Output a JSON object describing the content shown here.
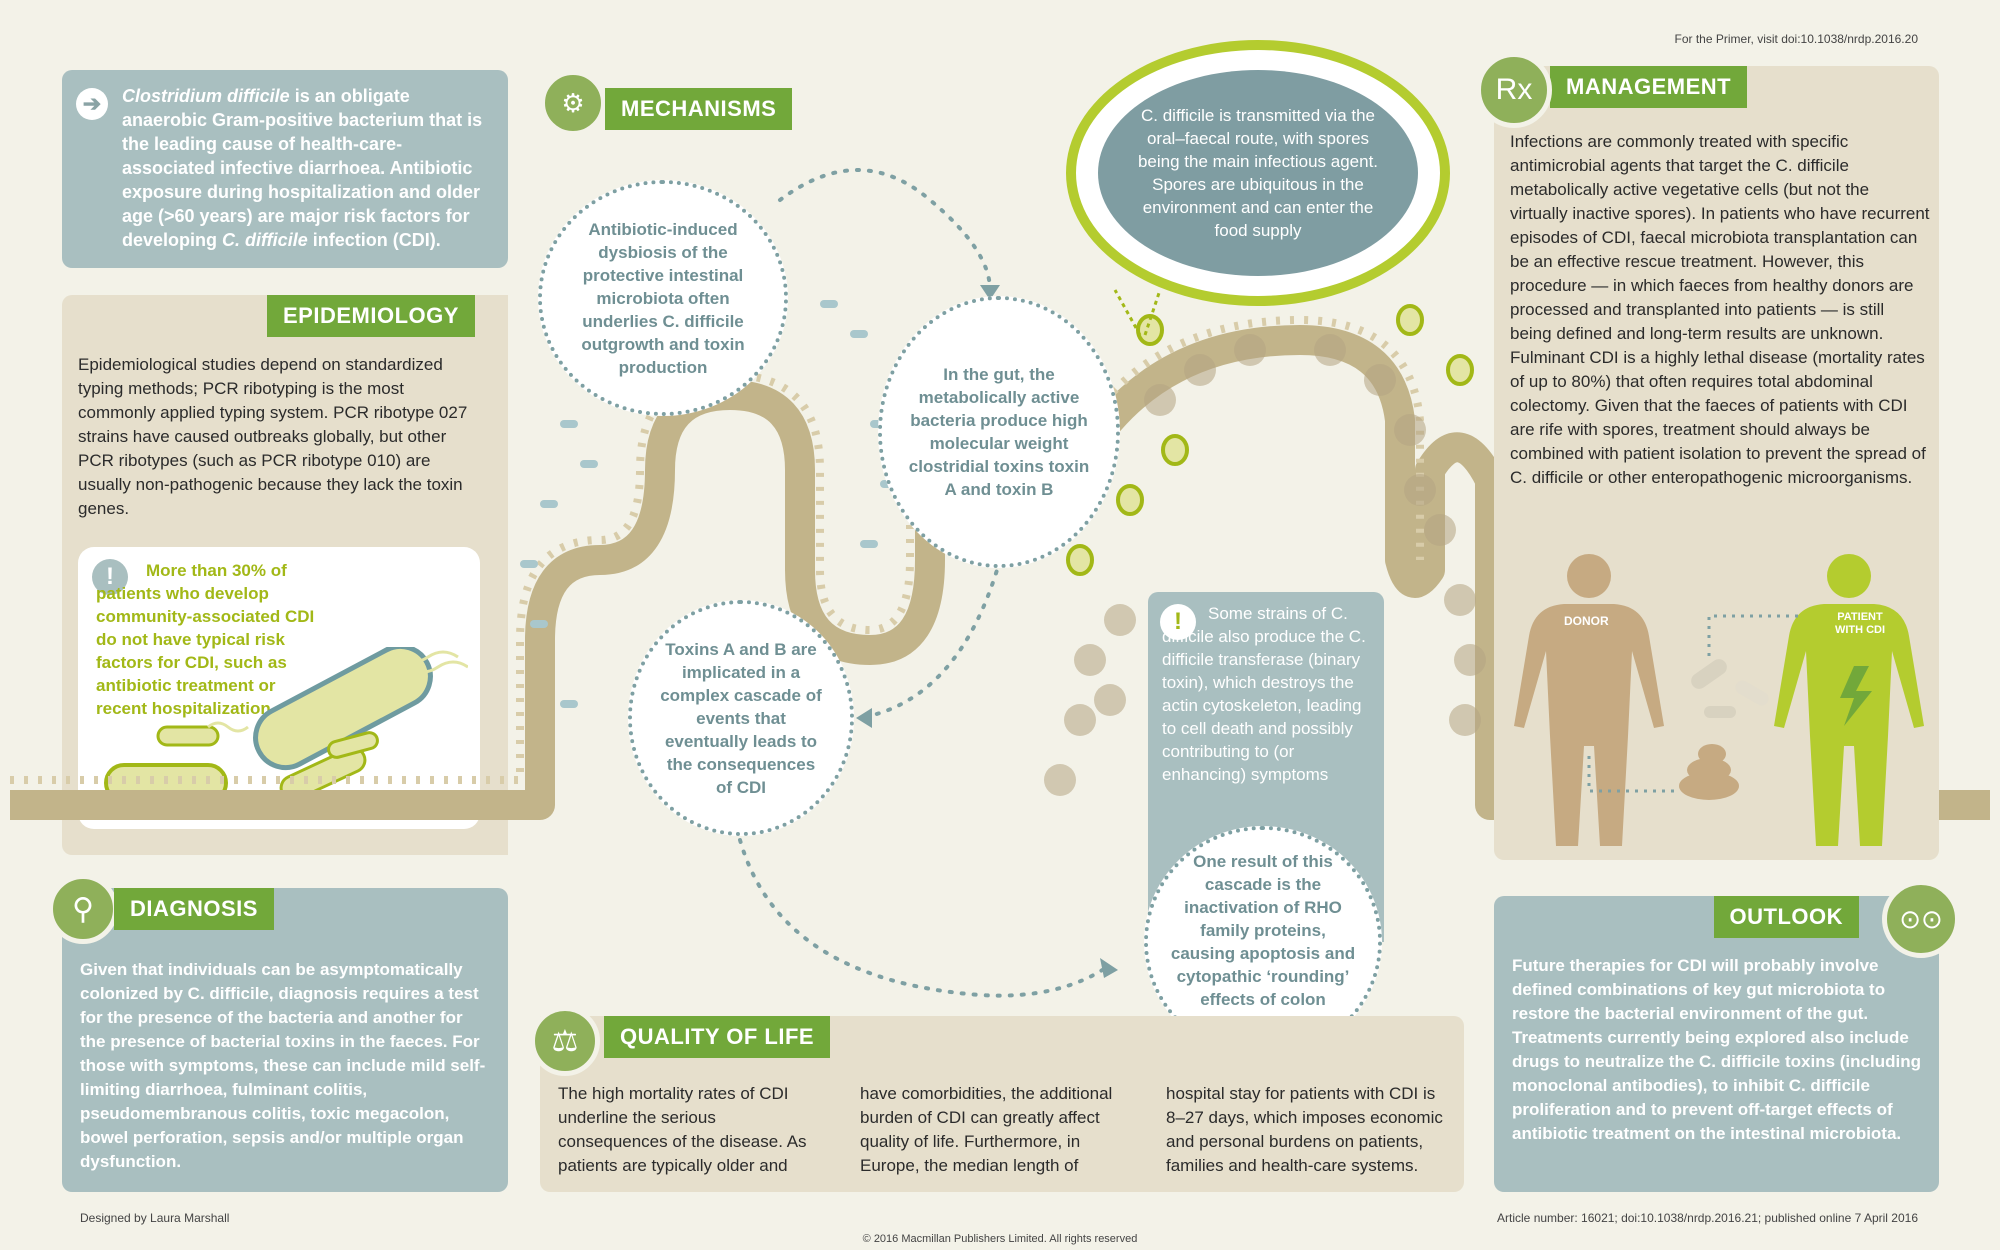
{
  "top_note": "For the Primer, visit doi:10.1038/nrdp.2016.20",
  "intro": {
    "part1": "Clostridium difficile",
    "part2": " is an obligate anaerobic Gram-positive bacterium that is the leading cause of health-care-associated infective diarrhoea. Antibiotic exposure during hospitalization and older age (>60 years) are major risk factors for developing ",
    "part3": "C. difficile",
    "part4": " infection (CDI)."
  },
  "epidemiology": {
    "title": "EPIDEMIOLOGY",
    "text": "Epidemiological studies depend on standardized typing methods; PCR ribotyping is the most commonly applied typing system. PCR ribotype 027 strains have caused outbreaks globally, but other PCR ribotypes (such as PCR ribotype 010) are usually non-pathogenic because they lack the toxin genes.",
    "callout": "More than 30% of patients who develop community-associated CDI do not have typical risk factors for CDI, such as antibiotic treatment or recent hospitalization"
  },
  "mechanisms": {
    "title": "MECHANISMS",
    "bubble1": "Antibiotic-induced dysbiosis of the protective intestinal microbiota often underlies C. difficile outgrowth and toxin production",
    "bubble2": "In the gut, the metabolically active bacteria produce high molecular weight clostridial toxins toxin A and toxin B",
    "bubble3": "Toxins A and B are implicated in a complex cascade of events that eventually leads to the consequences of CDI",
    "transmission": "C. difficile is transmitted via the oral–faecal route, with spores being the main infectious agent. Spores are ubiquitous in the environment and can enter the food supply",
    "strains": "Some strains of C. difficile also produce the C. difficile transferase (binary toxin), which destroys the actin cytoskeleton, leading to cell death and possibly contributing to (or enhancing) symptoms",
    "result": "One result of this cascade is the inactivation of RHO family proteins, causing apoptosis and cytopathic ‘rounding’ effects of colon epithelial cells"
  },
  "management": {
    "title": "MANAGEMENT",
    "rx": "Rx",
    "text": "Infections are commonly treated with specific antimicrobial agents that target the C. difficile metabolically active vegetative cells (but not the virtually inactive spores). In patients who have recurrent episodes of CDI, faecal microbiota transplantation can be an effective rescue treatment. However, this procedure — in which faeces from healthy donors are processed and transplanted into patients — is still being defined and long-term results are unknown. Fulminant CDI is a highly lethal disease (mortality rates of up to 80%) that often requires total abdominal colectomy. Given that the faeces of patients with CDI are rife with spores, treatment should always be combined with patient isolation to prevent the spread of C. difficile or other enteropathogenic microorganisms.",
    "donor": "DONOR",
    "patient": "PATIENT WITH CDI"
  },
  "diagnosis": {
    "title": "DIAGNOSIS",
    "text": "Given that individuals can be asymptomatically colonized by C. difficile, diagnosis requires a test for the presence of the bacteria and another for the presence of bacterial toxins in the faeces. For those with symptoms, these can include mild self-limiting diarrhoea, fulminant colitis, pseudomembranous colitis, toxic megacolon, bowel perforation, sepsis and/or multiple organ dysfunction."
  },
  "quality": {
    "title": "QUALITY OF LIFE",
    "col1": "The high mortality rates of CDI underline the serious consequences of the disease. As patients are typically older and",
    "col2": "have comorbidities, the additional burden of CDI can greatly affect quality of life. Furthermore, in Europe, the median length of",
    "col3": "hospital stay for patients with CDI is 8–27 days, which imposes economic and personal burdens on patients, families and health-care systems."
  },
  "outlook": {
    "title": "OUTLOOK",
    "text": "Future therapies for CDI will probably involve defined combinations of key gut microbiota to restore the bacterial environment of the gut. Treatments currently being explored also include drugs to neutralize the C. difficile toxins (including monoclonal antibodies), to inhibit C. difficile proliferation and to prevent off-target effects of antibiotic treatment on the intestinal microbiota."
  },
  "footer": {
    "designer": "Designed by Laura Marshall",
    "article": "Article number: 16021; doi:10.1038/nrdp.2016.21; published online 7 April 2016",
    "copyright": "© 2016 Macmillan Publishers Limited. All rights reserved"
  }
}
